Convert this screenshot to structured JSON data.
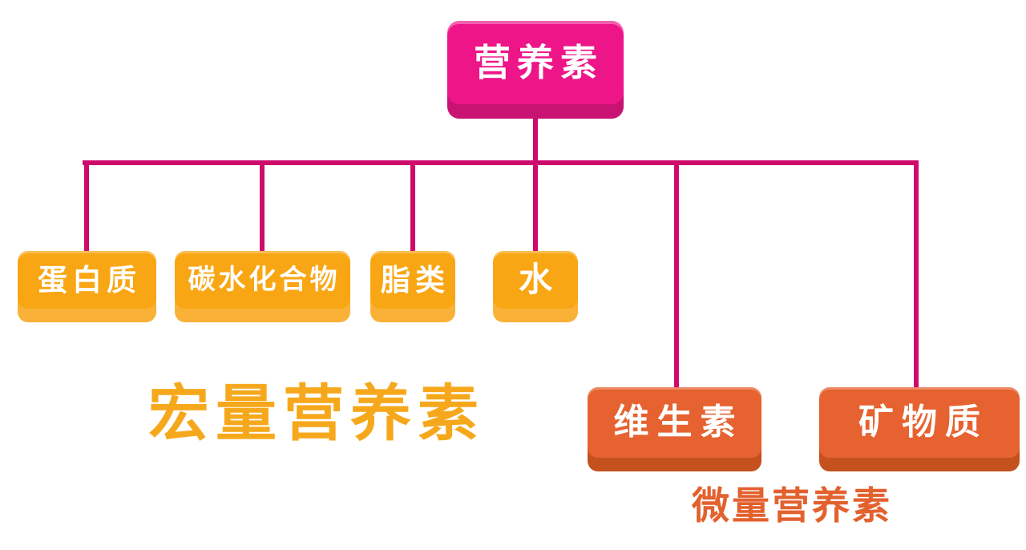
{
  "colors": {
    "background": "#FFFFFF",
    "connector": "#CE0A6C",
    "node_text": "#FFFFFF",
    "root_fill": "#EE1588",
    "root_edge": "#C81373",
    "macro_fill": "#F9A614",
    "macro_edge": "#F9B237",
    "micro_fill": "#E66230",
    "micro_edge": "#C4511E",
    "macro_label": "#F6A81C",
    "micro_label": "#E2612E"
  },
  "diagram": {
    "root": {
      "label": "营养素"
    },
    "macro_group": {
      "label": "宏量营养素",
      "nodes": [
        {
          "label": "蛋白质"
        },
        {
          "label": "碳水化合物"
        },
        {
          "label": "脂类"
        },
        {
          "label": "水"
        }
      ]
    },
    "micro_group": {
      "label": "微量营养素",
      "nodes": [
        {
          "label": "维生素"
        },
        {
          "label": "矿物质"
        }
      ]
    }
  }
}
